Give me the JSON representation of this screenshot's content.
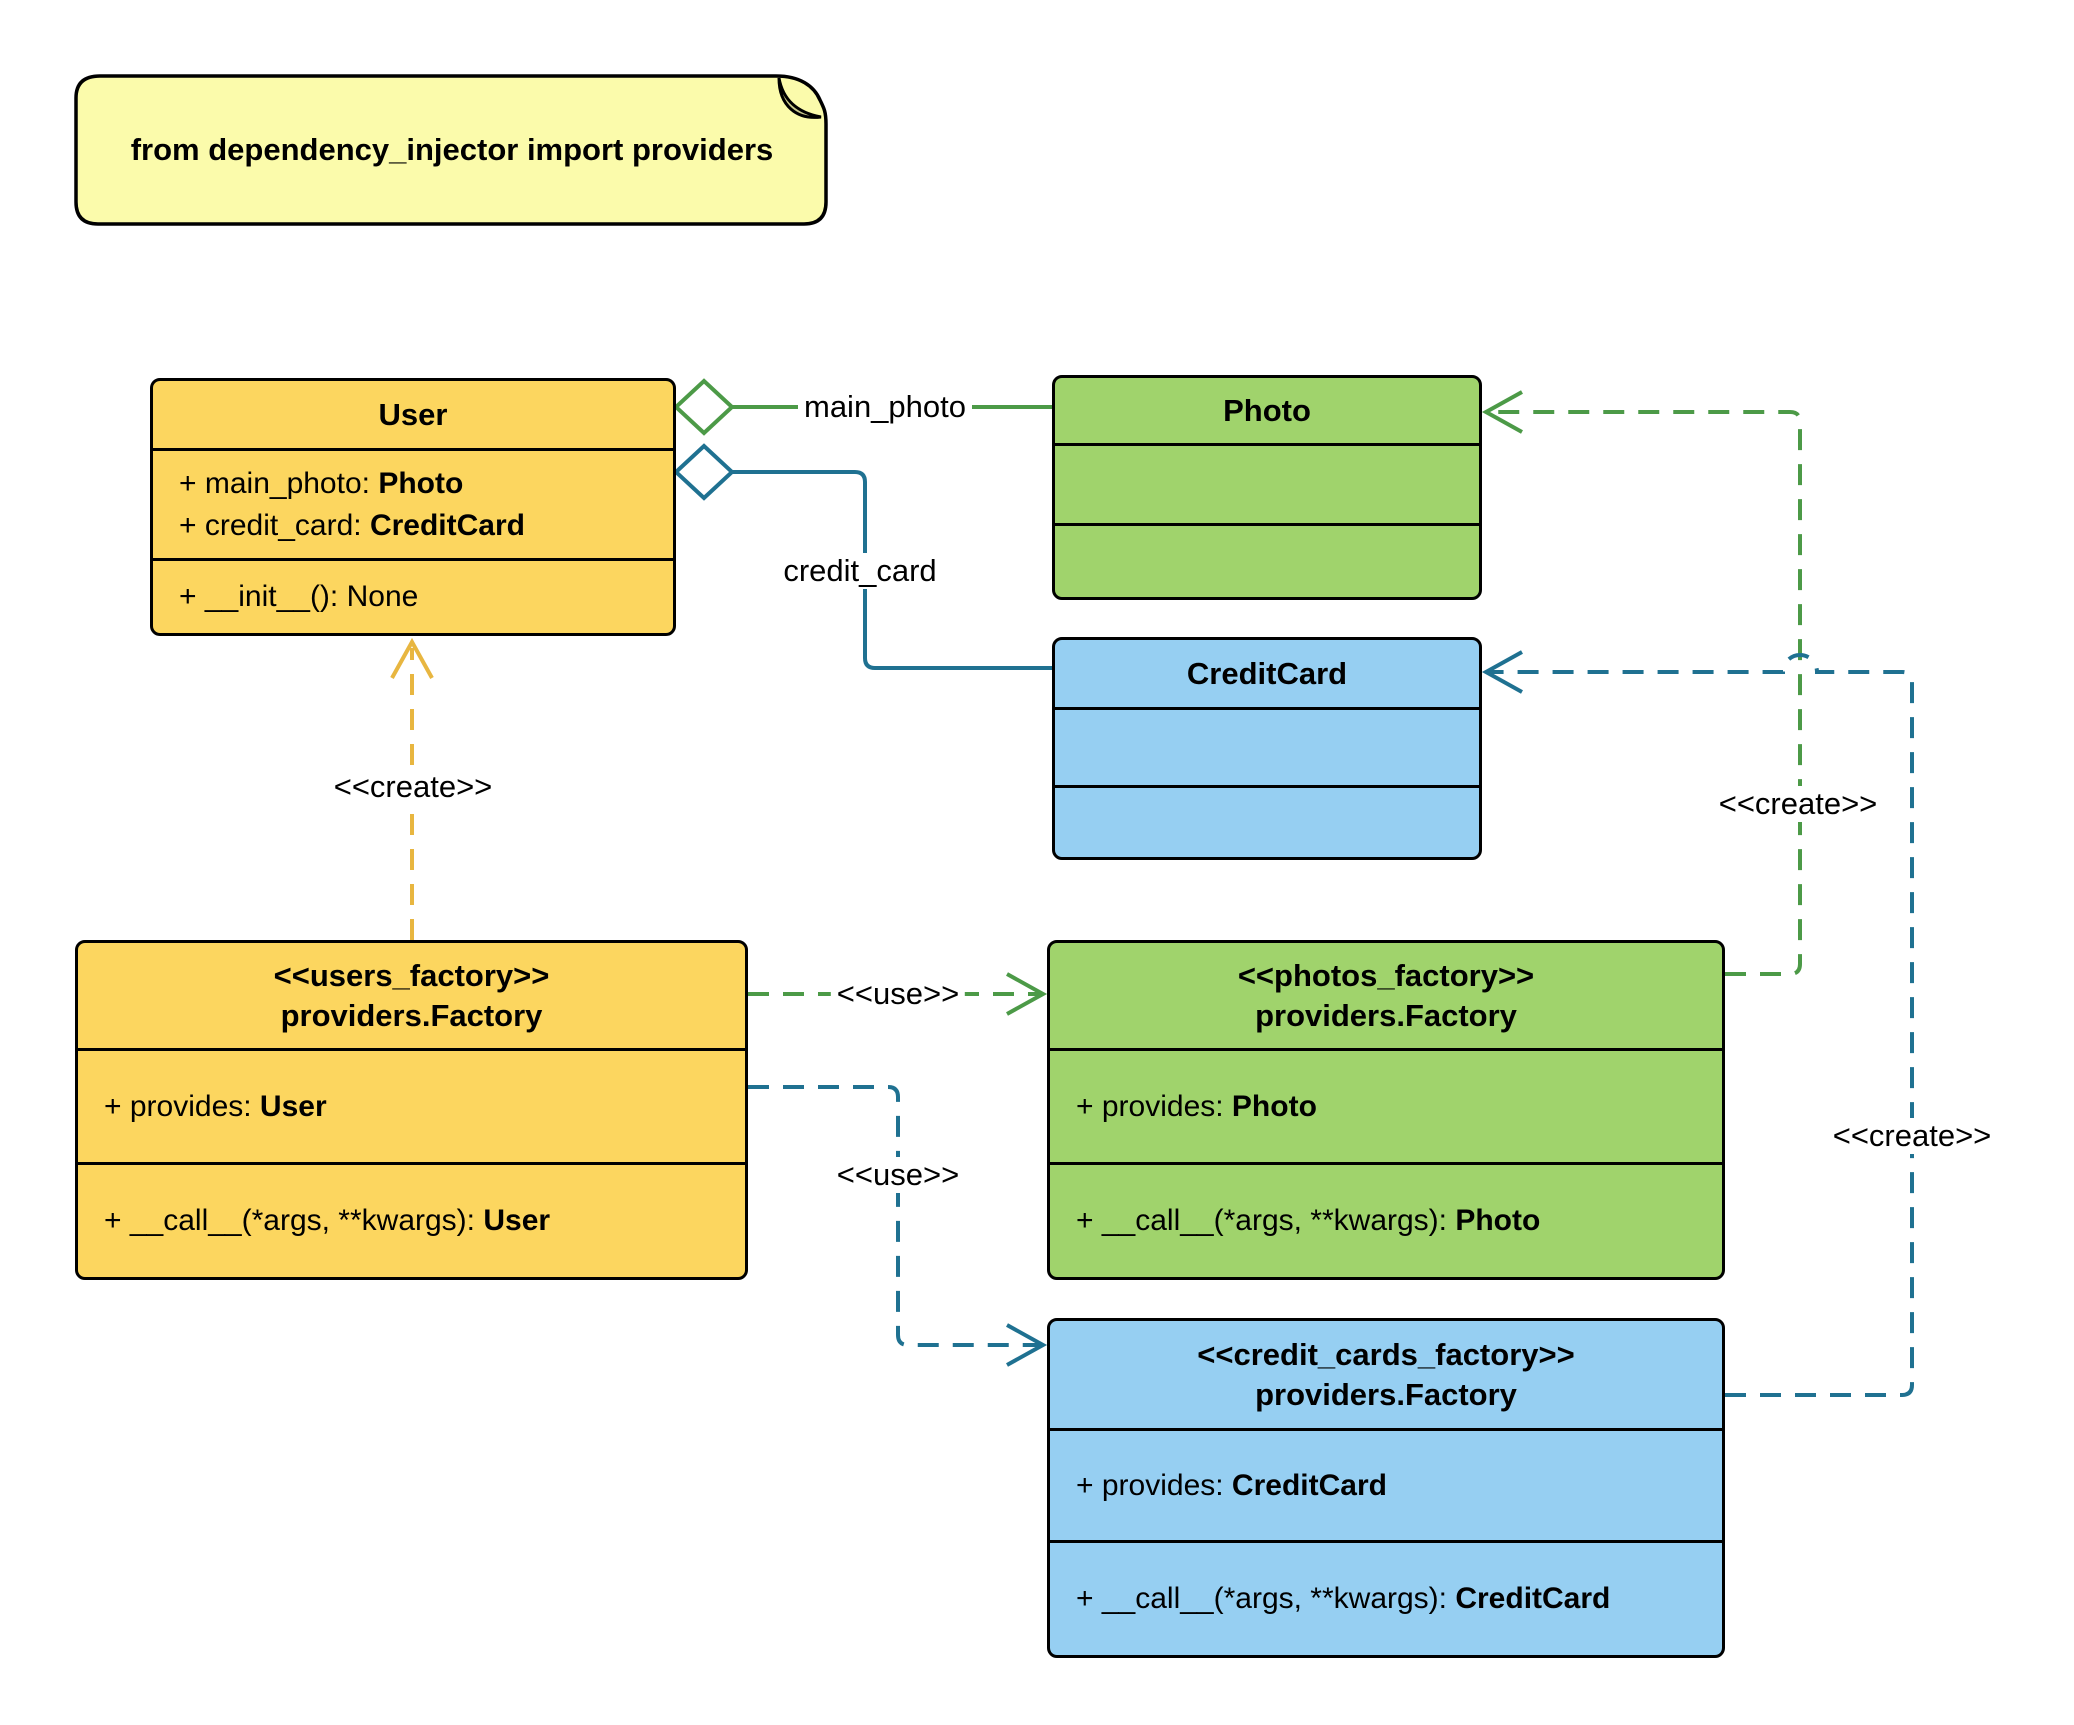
{
  "note": {
    "text": "from dependency_injector import providers"
  },
  "colors": {
    "yellow": "#FCD65F",
    "green": "#A0D36C",
    "blue": "#96CFF2",
    "note": "#FBFBAB",
    "note_flap": "#C9C98C",
    "edge_green": "#4C9A47",
    "edge_teal": "#1F7191",
    "edge_orange": "#E8B640"
  },
  "classes": {
    "user": {
      "title": "User",
      "members": [
        {
          "text": "+ main_photo: ",
          "bold": "Photo"
        },
        {
          "text": "+ credit_card: ",
          "bold": "CreditCard"
        }
      ],
      "methods": [
        {
          "text": "+ __init__(): None",
          "bold": ""
        }
      ]
    },
    "photo": {
      "title": "Photo"
    },
    "credit_card": {
      "title": "CreditCard"
    },
    "users_factory": {
      "stereotype": "<<users_factory>>",
      "title": "providers.Factory",
      "members": [
        {
          "text": "+ provides: ",
          "bold": "User"
        }
      ],
      "methods": [
        {
          "text": "+ __call__(*args, **kwargs): ",
          "bold": "User"
        }
      ]
    },
    "photos_factory": {
      "stereotype": "<<photos_factory>>",
      "title": "providers.Factory",
      "members": [
        {
          "text": "+ provides: ",
          "bold": "Photo"
        }
      ],
      "methods": [
        {
          "text": "+ __call__(*args, **kwargs): ",
          "bold": "Photo"
        }
      ]
    },
    "credit_cards_factory": {
      "stereotype": "<<credit_cards_factory>>",
      "title": "providers.Factory",
      "members": [
        {
          "text": "+ provides: ",
          "bold": "CreditCard"
        }
      ],
      "methods": [
        {
          "text": "+ __call__(*args, **kwargs): ",
          "bold": "CreditCard"
        }
      ]
    }
  },
  "edge_labels": {
    "main_photo": "main_photo",
    "credit_card": "credit_card",
    "use_photos": "<<use>>",
    "use_credit_cards": "<<use>>",
    "create_user": "<<create>>",
    "create_photo": "<<create>>",
    "create_credit_card": "<<create>>"
  }
}
